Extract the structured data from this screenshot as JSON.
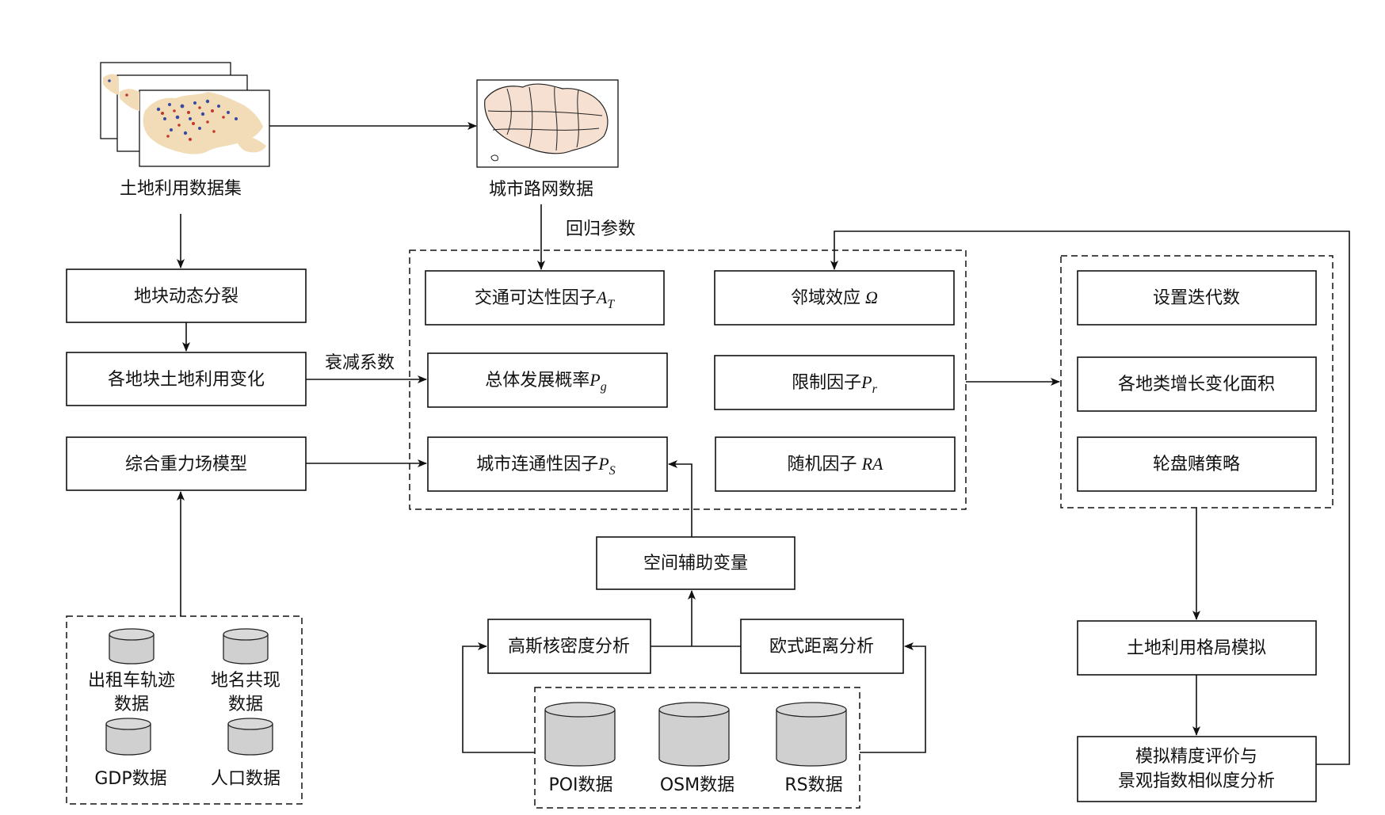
{
  "nodes": {
    "land_dataset": "土地利用数据集",
    "road_data": "城市路网数据",
    "regression_params": "回归参数",
    "dynamic_split": "地块动态分裂",
    "parcel_change": "各地块土地利用变化",
    "decay_coef": "衰减系数",
    "gravity_model": "综合重力场模型",
    "traffic_factor": "交通可达性因子",
    "traffic_factor_sym": "A",
    "traffic_factor_sub": "T",
    "neighborhood": "邻域效应",
    "neighborhood_sym": "Ω",
    "overall_prob": "总体发展概率",
    "overall_prob_sym": "P",
    "overall_prob_sub": "g",
    "restrict_factor": "限制因子",
    "restrict_factor_sym": "P",
    "restrict_factor_sub": "r",
    "connectivity": "城市连通性因子",
    "connectivity_sym": "P",
    "connectivity_sub": "S",
    "random_factor": "随机因子",
    "random_factor_sym": "RA",
    "iterations": "设置迭代数",
    "class_growth": "各地类增长变化面积",
    "roulette": "轮盘赌策略",
    "spatial_aux": "空间辅助变量",
    "kde": "高斯核密度分析",
    "euclid": "欧式距离分析",
    "land_sim": "土地利用格局模拟",
    "eval_line1": "模拟精度评价与",
    "eval_line2": "景观指数相似度分析"
  },
  "left_sources": {
    "taxi_line1": "出租车轨迹",
    "taxi_line2": "数据",
    "toponym_line1": "地名共现",
    "toponym_line2": "数据",
    "gdp": "GDP数据",
    "population": "人口数据"
  },
  "bottom_sources": {
    "poi": "POI数据",
    "osm": "OSM数据",
    "rs": "RS数据"
  },
  "colors": {
    "stroke": "#111111",
    "cylinder": "#d0d0d0",
    "map_land": "#f2dcb8",
    "map_urban": "#c0392b",
    "map_blue": "#3a4aa0"
  }
}
